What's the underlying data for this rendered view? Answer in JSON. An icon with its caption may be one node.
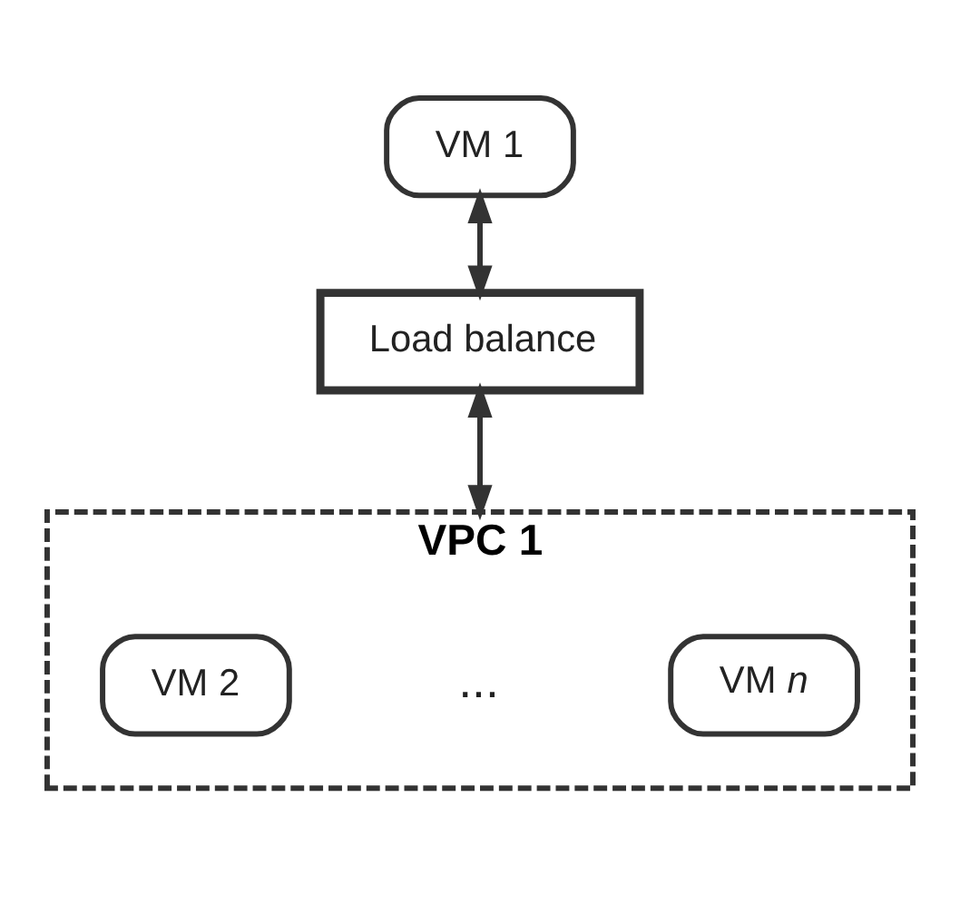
{
  "diagram": {
    "nodes": [
      {
        "text": [
          "VM 1"
        ]
      },
      {
        "text": [
          "Load balance"
        ]
      },
      {
        "text": [
          "VPC 1"
        ]
      },
      {
        "text": [
          "VM 2"
        ],
        "in": 2
      },
      {
        "text": [
          "VM *n*"
        ],
        "in": 2
      }
    ],
    "edges": [
      {
        "from": 0,
        "to": 1,
        "arrow": "both"
      },
      {
        "from": 1,
        "to": 2,
        "arrow": "both"
      }
    ],
    "labels": [
      "..."
    ]
  }
}
